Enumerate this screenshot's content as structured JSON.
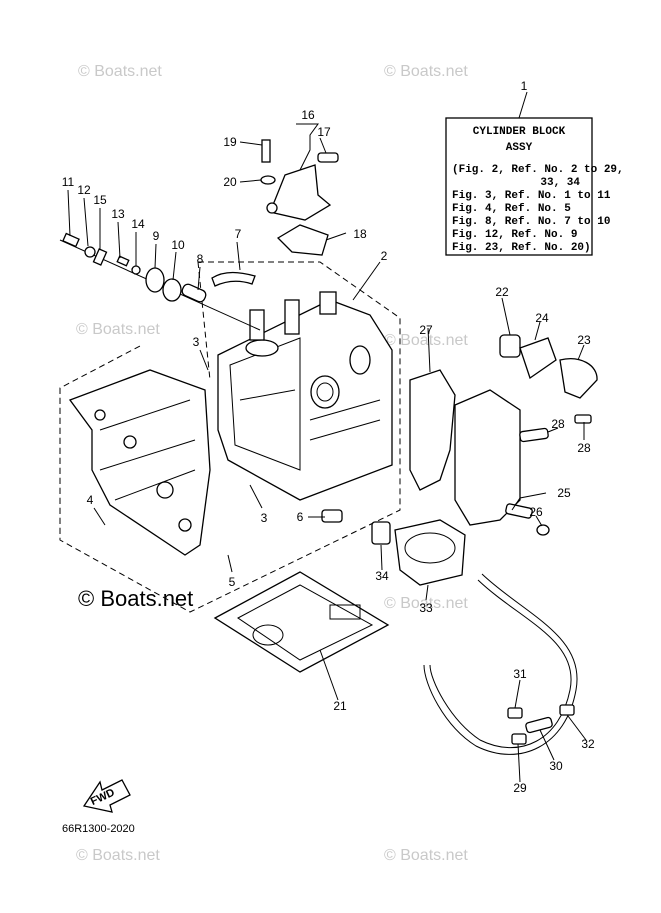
{
  "watermark": {
    "text": "© Boats.net",
    "copyright_text": "© Boats.net"
  },
  "info_box": {
    "title": "CYLINDER BLOCK",
    "subtitle": "ASSY",
    "lines": [
      "(Fig. 2, Ref. No. 2 to 29,",
      "33, 34",
      "Fig. 3, Ref. No. 1 to 11",
      "Fig. 4, Ref. No. 5",
      "Fig. 8, Ref. No. 7 to 10",
      "Fig. 12, Ref. No. 9",
      "Fig. 23, Ref. No. 20)"
    ]
  },
  "callouts": [
    "1",
    "2",
    "3",
    "3",
    "4",
    "5",
    "6",
    "7",
    "8",
    "9",
    "10",
    "11",
    "12",
    "13",
    "14",
    "15",
    "16",
    "17",
    "18",
    "19",
    "20",
    "21",
    "22",
    "23",
    "24",
    "25",
    "26",
    "27",
    "28",
    "28",
    "29",
    "30",
    "31",
    "32",
    "33",
    "34"
  ],
  "fwd_label": "FWD",
  "diagram_code": "66R1300-2020",
  "colors": {
    "line": "#000000",
    "watermark": "#c9c9c9",
    "background": "#ffffff"
  }
}
